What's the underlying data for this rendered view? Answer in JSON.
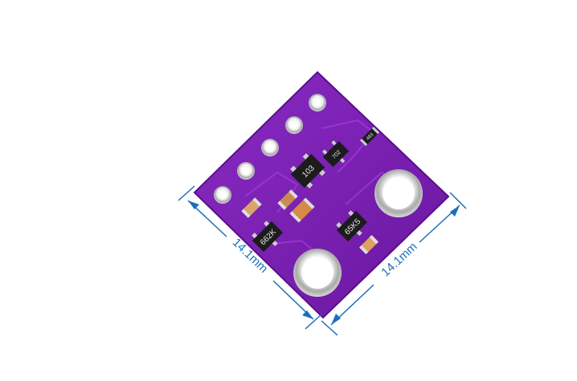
{
  "dimensions": {
    "left_label": "14.1mm",
    "right_label": "14.1mm"
  },
  "board": {
    "color": "#7a1fb0",
    "pin_count": 5,
    "chip_markings": [
      "103",
      "702",
      "662K",
      "65K5",
      "483"
    ]
  },
  "colors": {
    "dimension_line": "#1a6fb8",
    "background": "#ffffff"
  }
}
